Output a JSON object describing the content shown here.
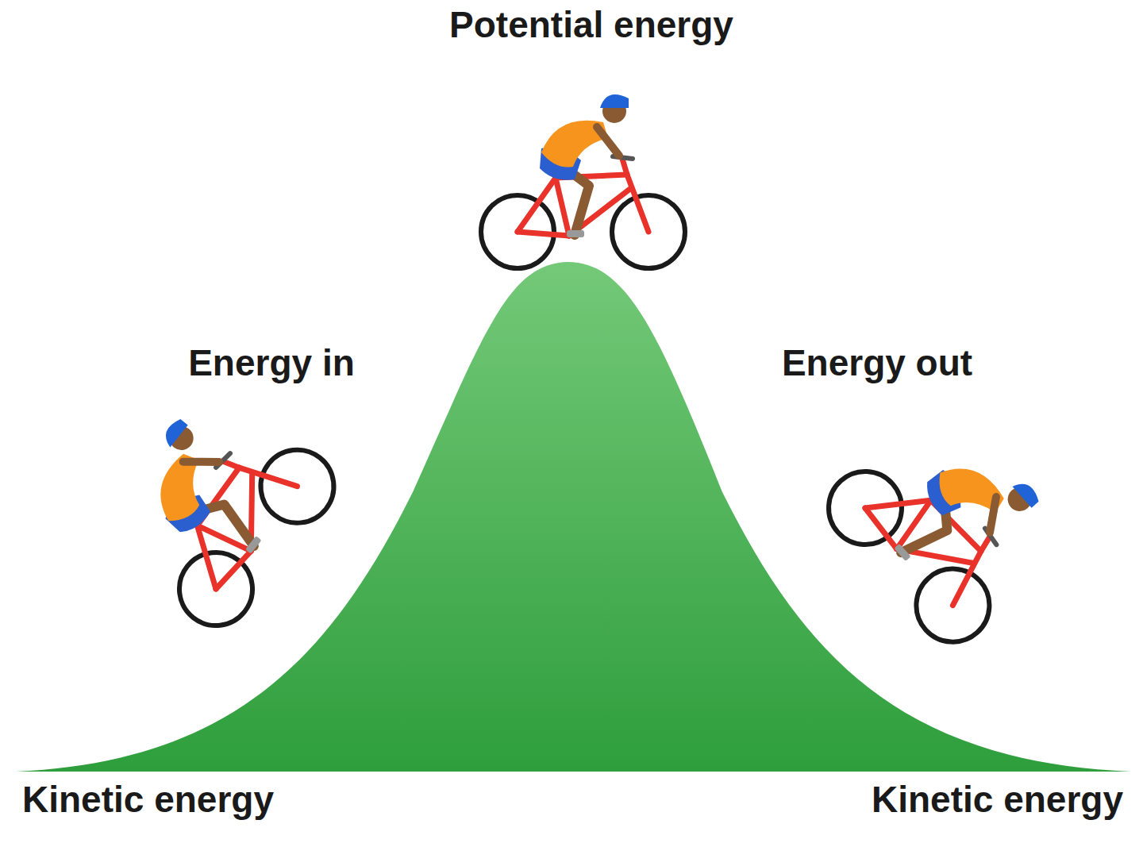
{
  "diagram": {
    "labels": [
      "Potential energy",
      "Energy in",
      "Energy out",
      "Kinetic energy",
      "Kinetic energy"
    ]
  }
}
